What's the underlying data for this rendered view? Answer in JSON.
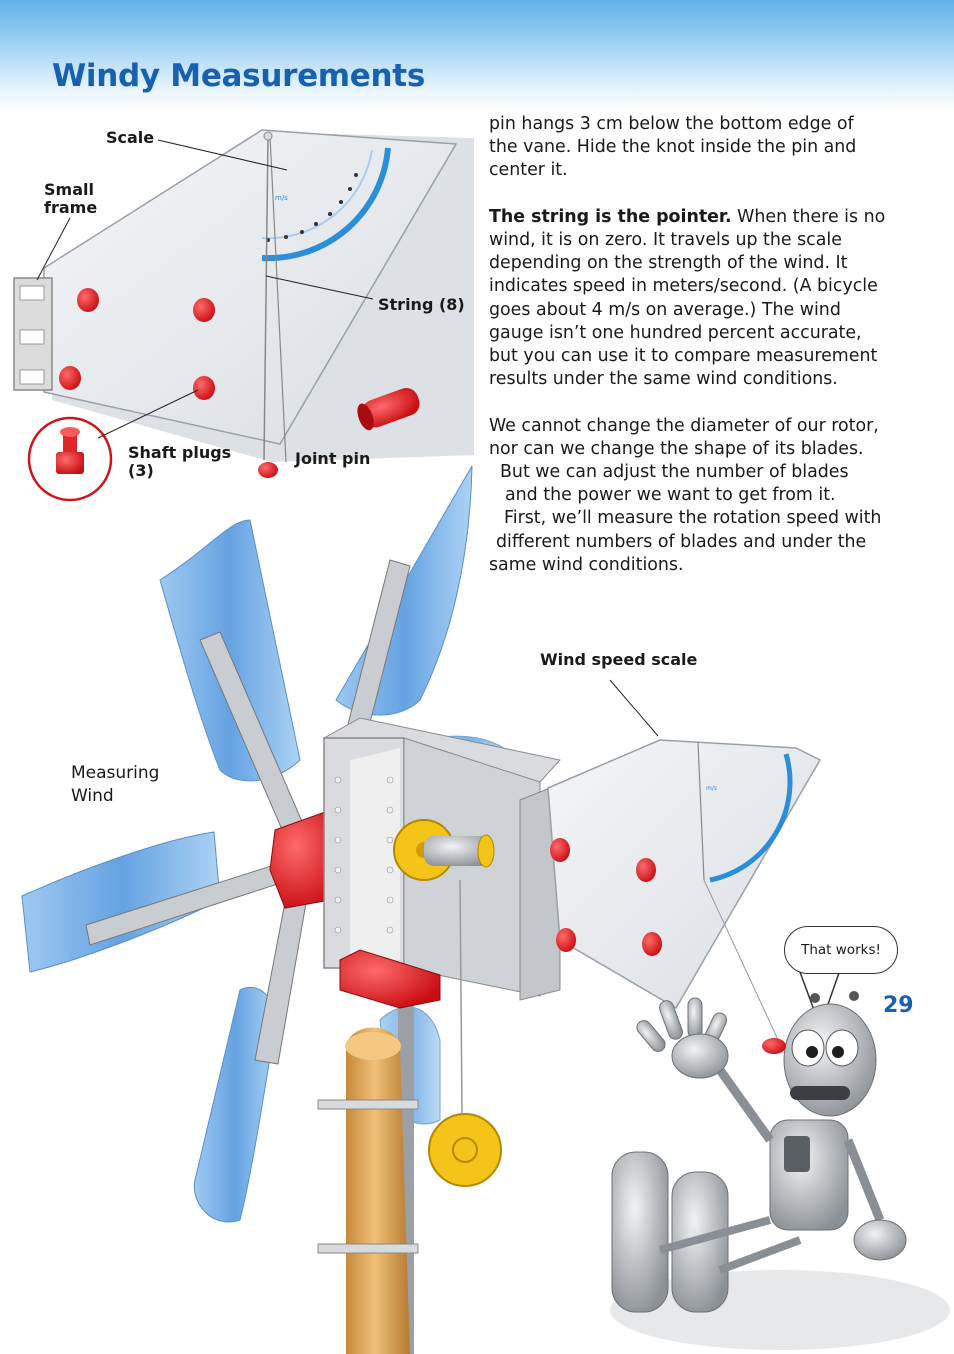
{
  "page": {
    "title": "Windy Measurements",
    "page_number": "29",
    "accent_color": "#1860b0"
  },
  "body": {
    "p1": [
      "pin hangs 3 cm below the bottom edge of",
      "the vane. Hide the knot inside the pin and",
      "center it."
    ],
    "p2_bold": "The string is the pointer.",
    "p2_first_rest": " When there is no",
    "p2": [
      "wind, it is on zero. It travels up the scale",
      "depending on the strength of the wind. It",
      "indicates speed in meters/second. (A bicycle",
      "goes about 4 m/s on average.) The wind",
      "gauge isn’t one hundred percent accurate,",
      "but you can use it to compare measurement",
      "results under the same wind conditions."
    ],
    "p3": [
      "We cannot change the diameter of our rotor,",
      "nor can we change the shape of its blades.",
      "But we can adjust the number of blades",
      "and the power we want to get from it.",
      "First, we’ll measure the rotation speed with",
      "different numbers of blades and under the",
      "same wind conditions."
    ]
  },
  "labels": {
    "scale": "Scale",
    "small_frame_1": "Small",
    "small_frame_2": "frame",
    "string": "String (8)",
    "shaft_plugs_1": "Shaft plugs",
    "shaft_plugs_2": "(3)",
    "joint_pin": "Joint pin",
    "wind_speed_scale": "Wind speed scale",
    "measuring_wind_1": "Measuring",
    "measuring_wind_2": "Wind",
    "scale_unit": "m/s"
  },
  "bubble": {
    "text": "That works!"
  }
}
